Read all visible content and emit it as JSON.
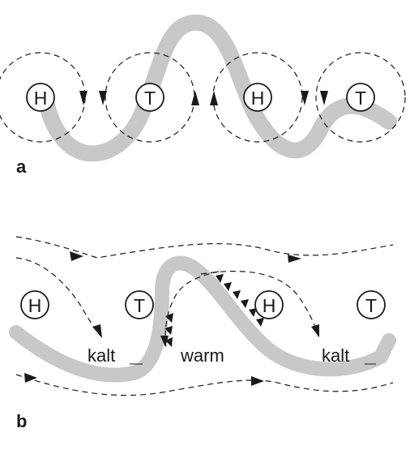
{
  "panel_a": {
    "label": "a",
    "pressure_systems": [
      {
        "symbol": "H"
      },
      {
        "symbol": "T"
      },
      {
        "symbol": "H"
      },
      {
        "symbol": "T"
      }
    ]
  },
  "panel_b": {
    "label": "b",
    "pressure_systems": [
      {
        "symbol": "H"
      },
      {
        "symbol": "T"
      },
      {
        "symbol": "H"
      },
      {
        "symbol": "T"
      }
    ],
    "air_mass_labels": [
      "kalt",
      "warm",
      "kalt"
    ]
  },
  "colors": {
    "jet_stream": "#c8c8c8",
    "line": "#1a1a1a",
    "background": "#ffffff"
  }
}
